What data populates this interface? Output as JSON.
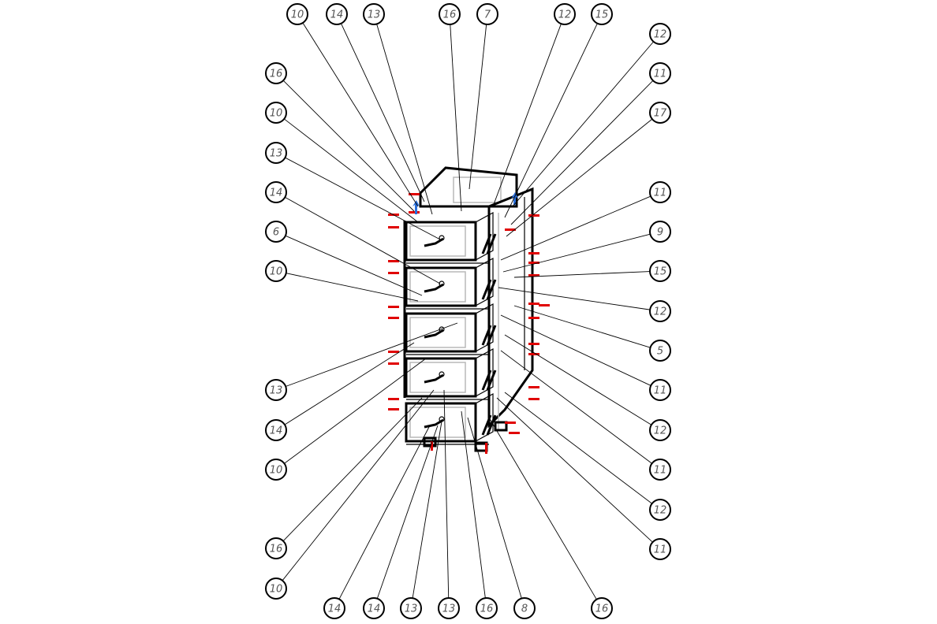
{
  "drawing": {
    "title": "Exploded cabinet assembly with item balloons",
    "balloons": {
      "top": [
        "10",
        "14",
        "13",
        "16",
        "7",
        "12",
        "15"
      ],
      "left": [
        "16",
        "10",
        "13",
        "14",
        "6",
        "10",
        "13",
        "14",
        "10",
        "16",
        "10"
      ],
      "right": [
        "12",
        "11",
        "17",
        "11",
        "9",
        "15",
        "12",
        "5",
        "11",
        "12",
        "11",
        "12",
        "11"
      ],
      "bottom": [
        "14",
        "14",
        "13",
        "13",
        "16",
        "8",
        "16"
      ]
    },
    "colors": {
      "line": "#000000",
      "hidden": "#b8b8b8",
      "marker": "#e00000",
      "arrow": "#2a6fdb"
    }
  }
}
